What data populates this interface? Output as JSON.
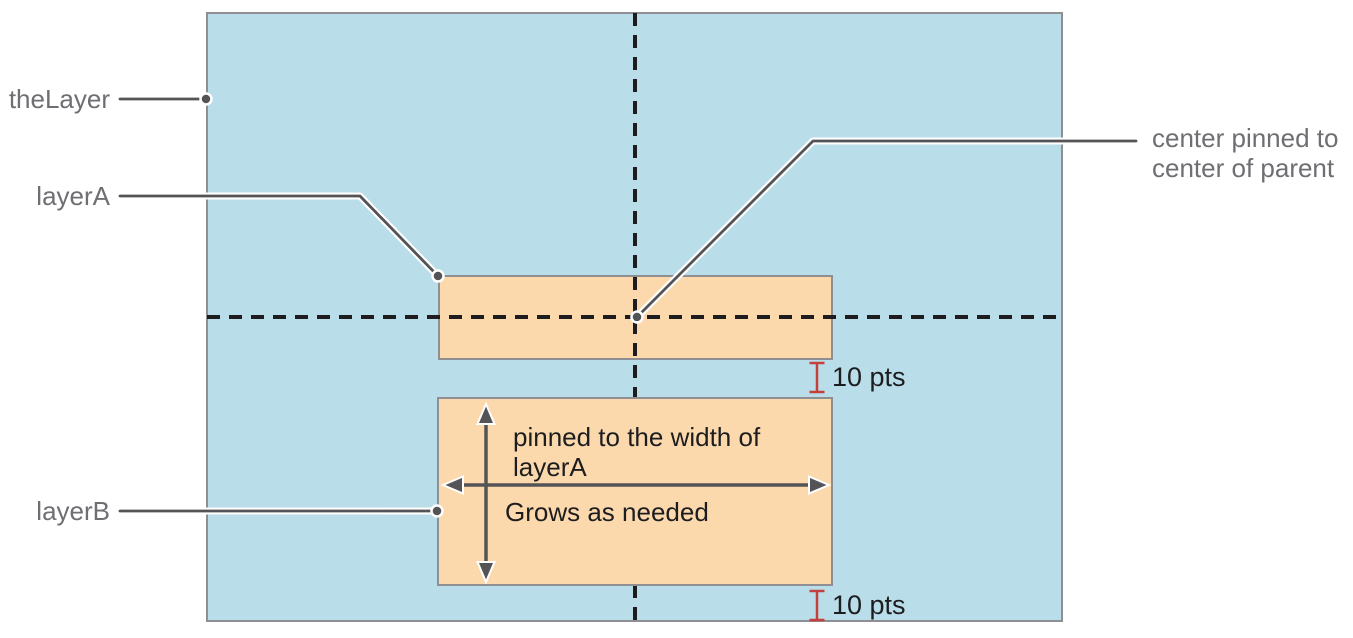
{
  "diagram": {
    "parent_layer": {
      "label": "theLayer"
    },
    "layer_a": {
      "label": "layerA"
    },
    "layer_b": {
      "label": "layerB",
      "width_note_line1": "pinned to the width of",
      "width_note_line2": "layerA",
      "grow_note": "Grows as needed"
    },
    "center_note": {
      "line1": "center pinned to",
      "line2": "center of parent"
    },
    "top_gap_label": "10 pts",
    "bottom_gap_label": "10 pts",
    "colors": {
      "parent_fill": "#b9dde9",
      "child_fill": "#fbd9ad",
      "rect_border": "#8e8e93",
      "label_text": "#6e6e73",
      "body_text": "#1d1d1f",
      "dashed_line": "#1d1d1f",
      "leader_line": "#545456",
      "measure_red": "#c4403d"
    }
  }
}
